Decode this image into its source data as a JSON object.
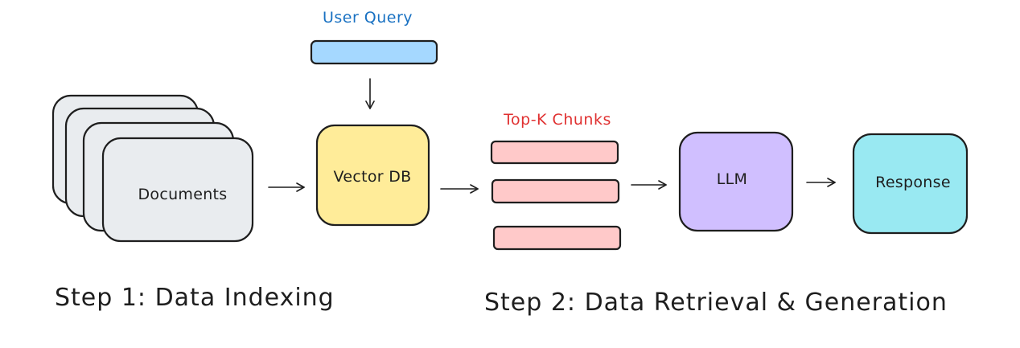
{
  "colors": {
    "ink": "#1e1e1e",
    "documents_fill": "#e9ecef",
    "query_fill": "#a5d8ff",
    "vector_db_fill": "#ffec99",
    "chunk_fill": "#ffc9c9",
    "llm_fill": "#d0bfff",
    "response_fill": "#99e9f2",
    "query_label_color": "#1971c2",
    "chunks_label_color": "#e03131"
  },
  "nodes": {
    "documents": "Documents",
    "vector_db": "Vector DB",
    "llm": "LLM",
    "response": "Response"
  },
  "labels": {
    "user_query": "User Query",
    "top_k_chunks": "Top-K Chunks"
  },
  "steps": {
    "step1": "Step 1: Data Indexing",
    "step2": "Step 2: Data Retrieval & Generation"
  }
}
